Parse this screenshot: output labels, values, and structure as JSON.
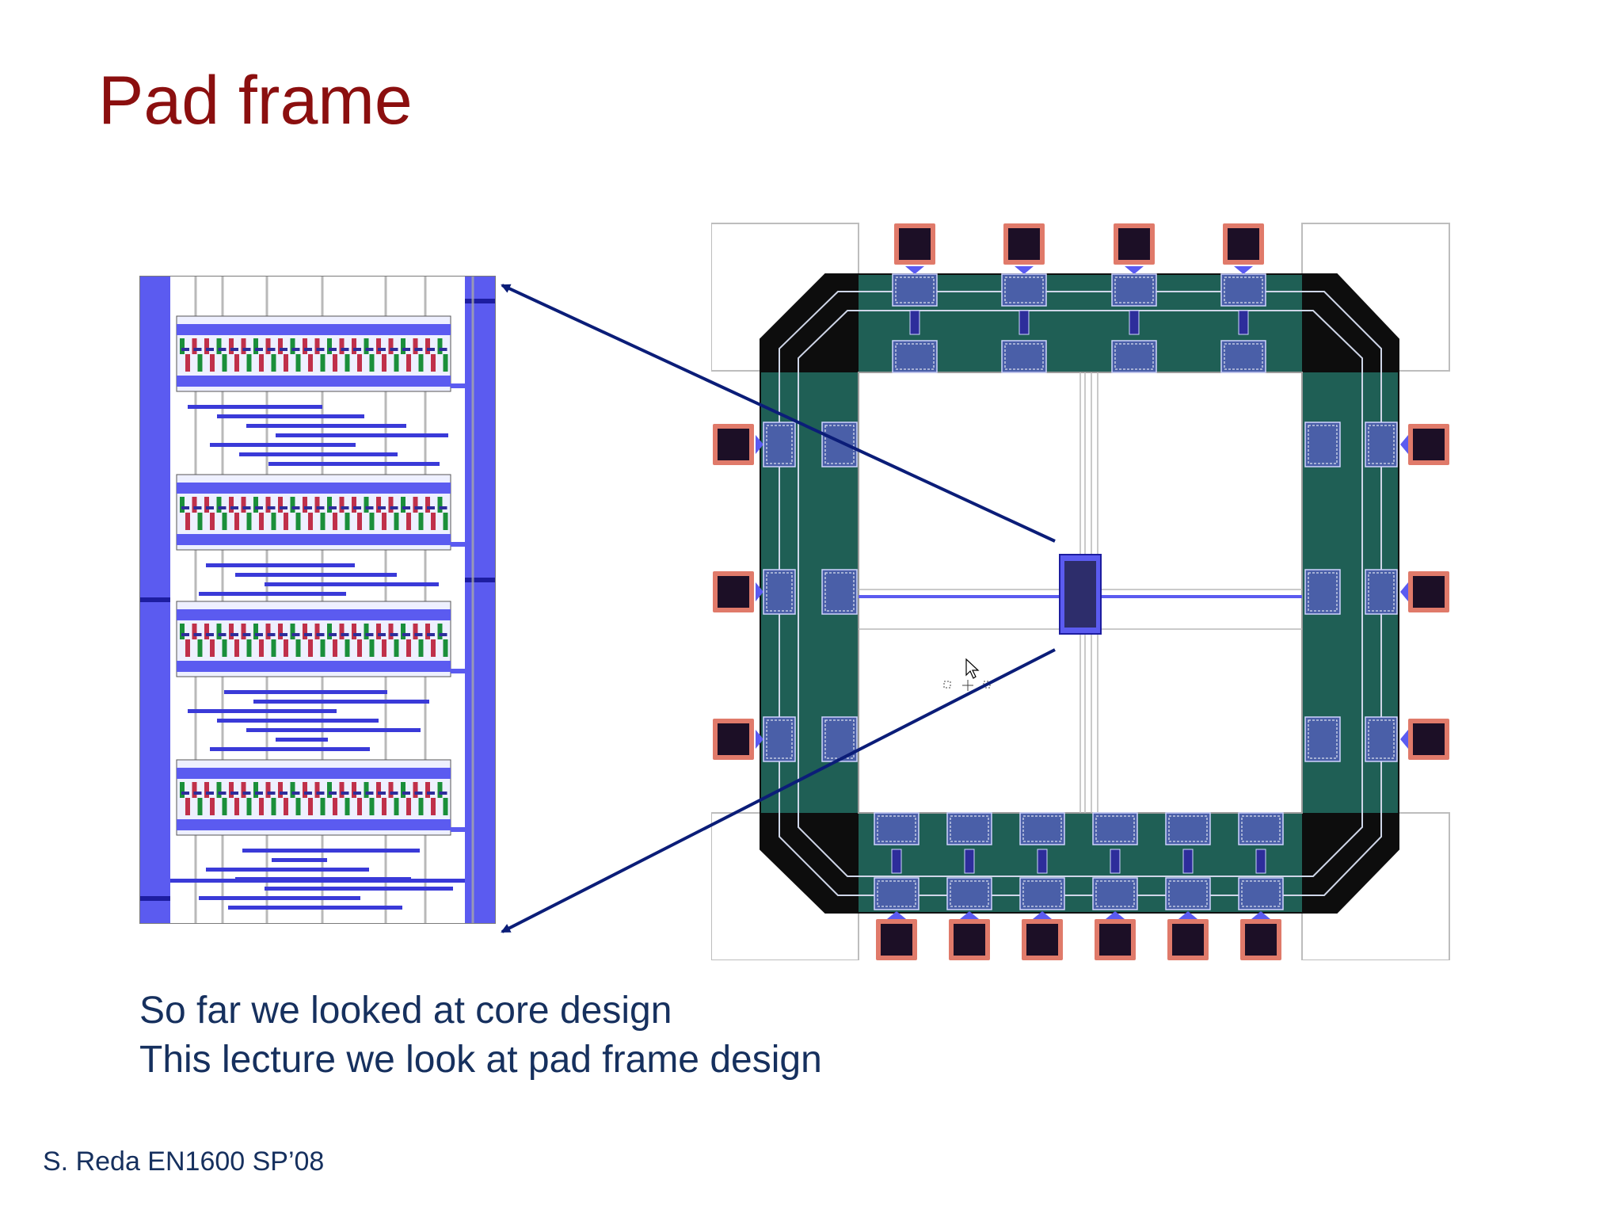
{
  "slide": {
    "title": "Pad frame",
    "bullets": [
      "So far we looked at core design",
      "This lecture we look at pad frame design"
    ],
    "footer": "S. Reda EN1600 SP’08"
  },
  "colors": {
    "title": "#8b0f0f",
    "text": "#16305e",
    "arrow": "#0b1d78",
    "metal": "#5b5bf0",
    "pad_ring": "#1f5f55",
    "pad_border": "#e07a6a",
    "pad_fill": "#1c0f26"
  },
  "figures": {
    "zoomed_core": {
      "icon": "core-layout-zoom",
      "cell_rows": 4
    },
    "chip_layout": {
      "icon": "pad-frame-layout",
      "pads_top": 4,
      "pads_bottom": 6,
      "pads_left": 3,
      "pads_right": 3
    }
  }
}
